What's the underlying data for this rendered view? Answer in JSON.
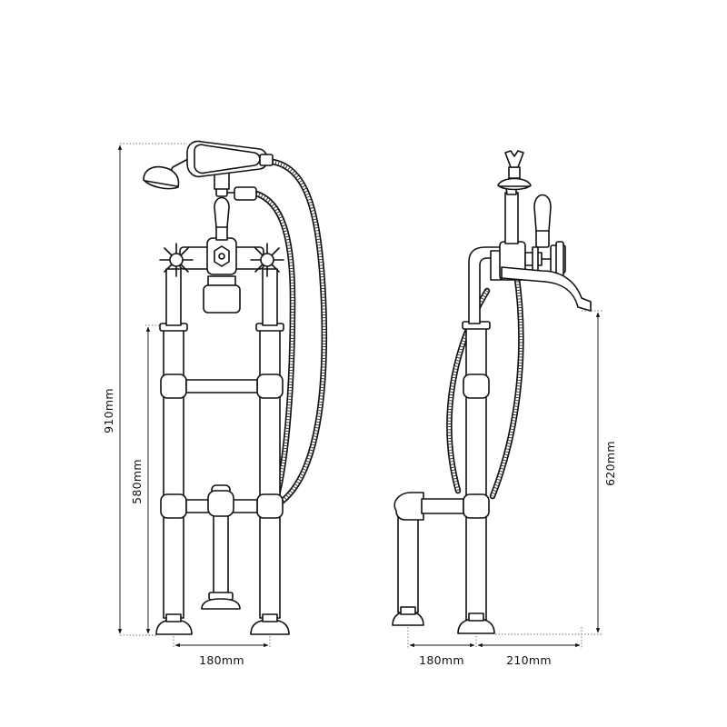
{
  "dimensions": {
    "front_overall_height": "910mm",
    "front_stand_height": "580mm",
    "front_leg_spacing": "180mm",
    "side_leg_spacing": "180mm",
    "side_spout_projection": "210mm",
    "side_spout_height": "620mm"
  },
  "colors": {
    "line": "#111111",
    "background": "#ffffff"
  }
}
